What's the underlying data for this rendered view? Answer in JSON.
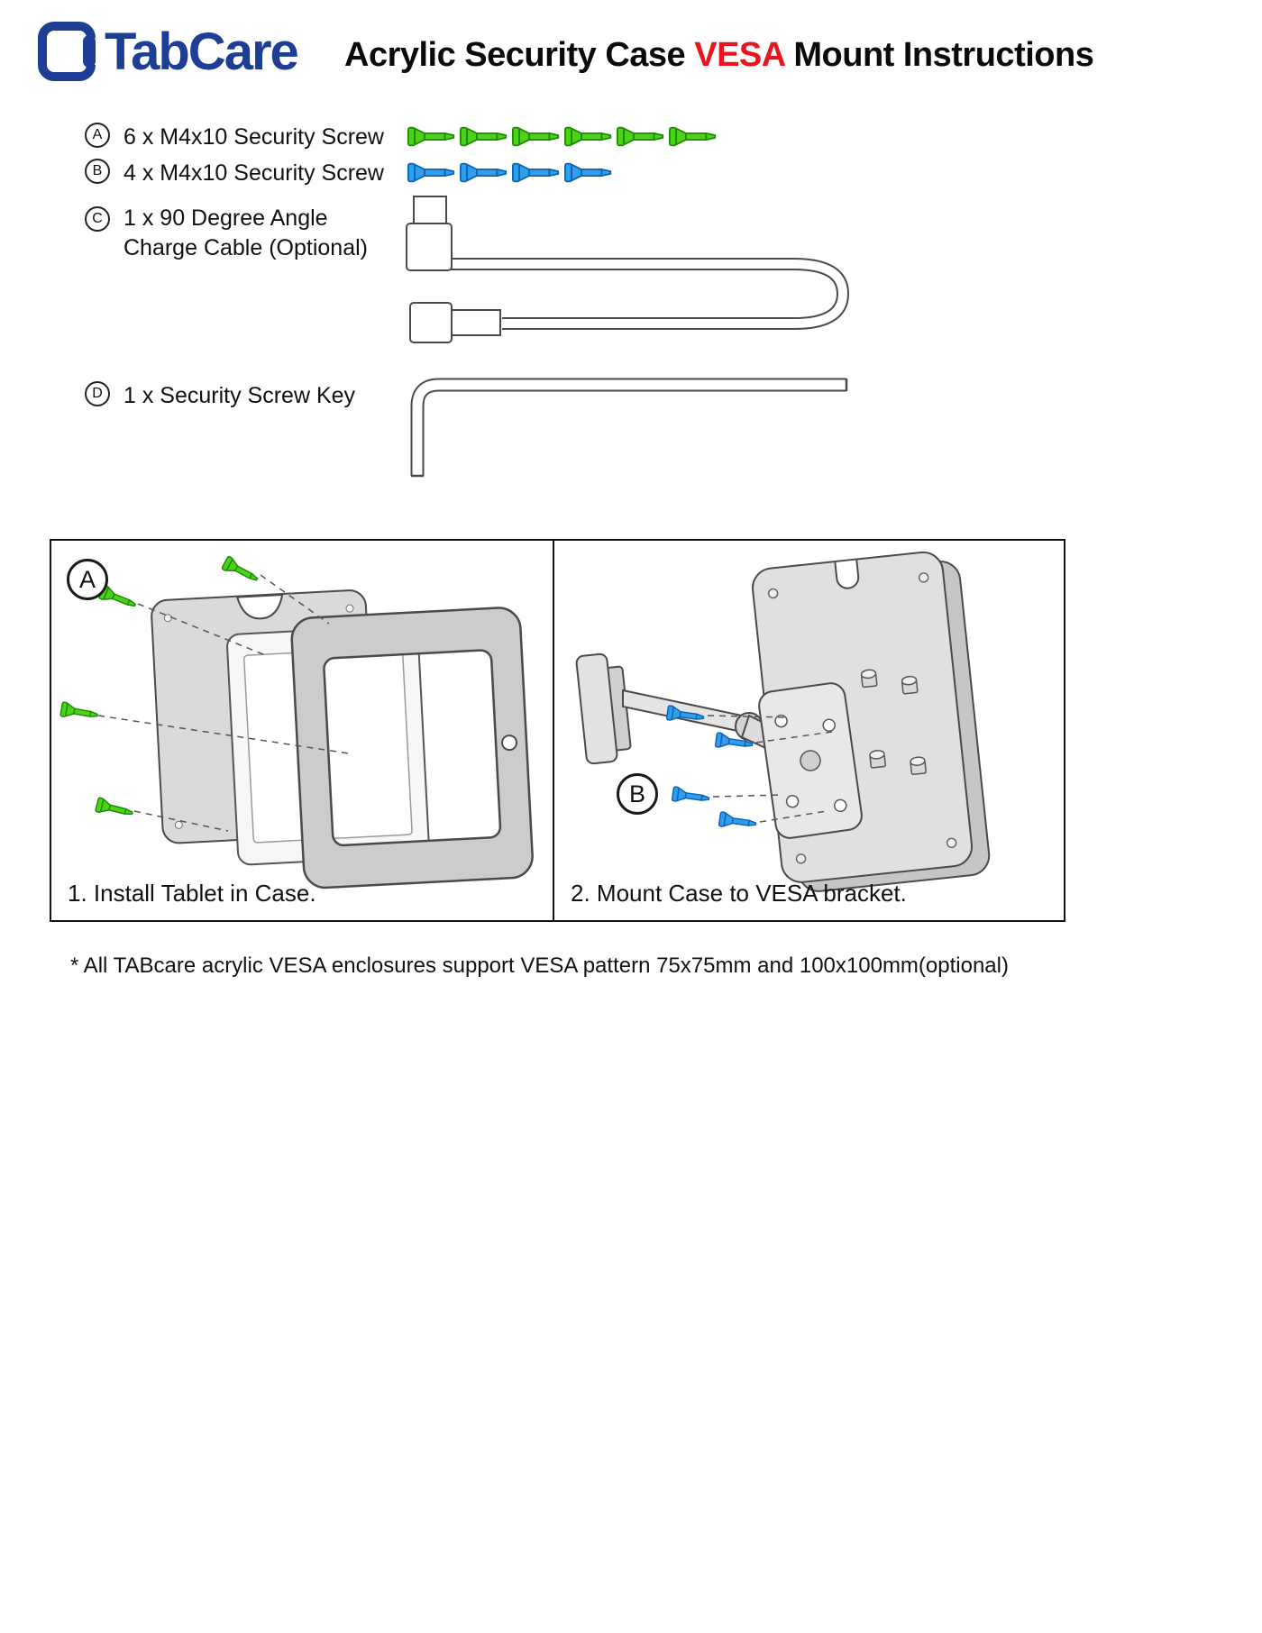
{
  "header": {
    "brand": "TabCare",
    "brand_color": "#1d3e94",
    "highlight_color": "#e8151c",
    "title": {
      "pre": "Acrylic Security Case ",
      "highlight": "VESA",
      "post": " Mount Instructions"
    }
  },
  "parts": [
    {
      "key": "A",
      "label": "6 x M4x10 Security Screw",
      "screws": 6,
      "screw_fill": "#4cd318",
      "screw_stroke": "#1d8a06"
    },
    {
      "key": "B",
      "label": "4 x M4x10 Security Screw",
      "screws": 4,
      "screw_fill": "#2e9fe8",
      "screw_stroke": "#0b62b8"
    },
    {
      "key": "C",
      "label": "1 x 90 Degree Angle Charge Cable (Optional)",
      "screws": 0
    },
    {
      "key": "D",
      "label": "1 x Security Screw Key",
      "screws": 0
    }
  ],
  "steps": [
    {
      "key": "A",
      "caption": "1. Install Tablet in Case."
    },
    {
      "key": "B",
      "caption": "2. Mount Case to VESA bracket."
    }
  ],
  "footnote": "* All TABcare acrylic VESA enclosures support VESA pattern 75x75mm and 100x100mm(optional)"
}
